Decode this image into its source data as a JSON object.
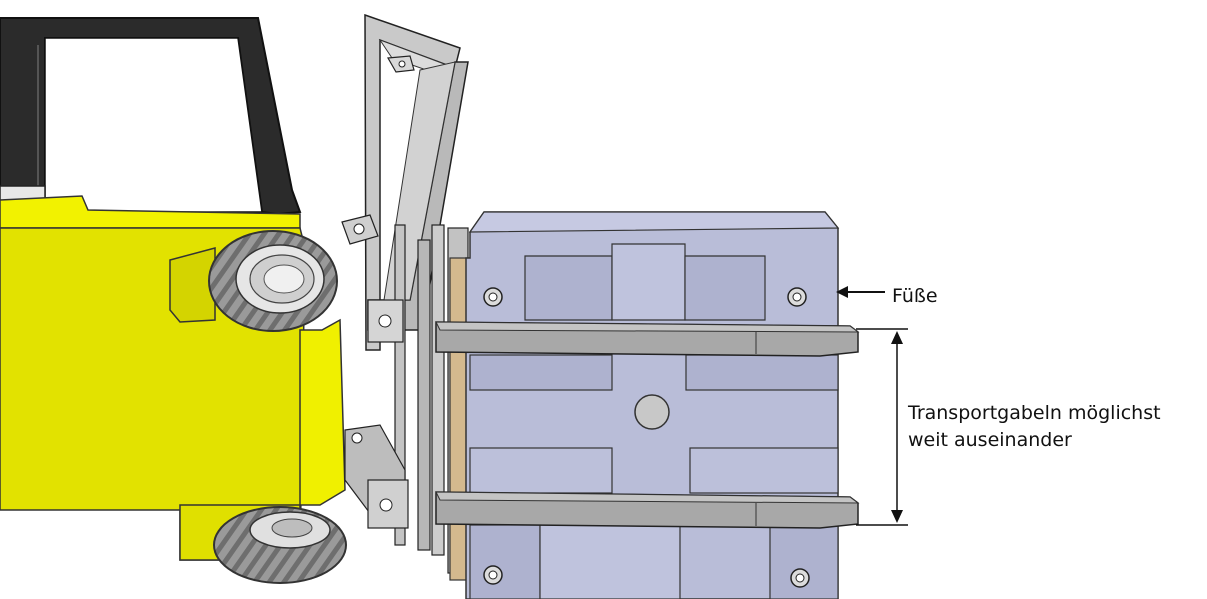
{
  "annotations": {
    "feet": "Füße",
    "forks_line1": "Transportgabeln möglichst",
    "forks_line2": "weit auseinander"
  },
  "colors": {
    "forklift_body": "#e6e600",
    "cab_frame": "#2e2e2e",
    "load": "#b8bcd6",
    "forks": "#a9a9a9",
    "pallet_wood": "#cfb48a",
    "tire": "#8a8a8a"
  }
}
